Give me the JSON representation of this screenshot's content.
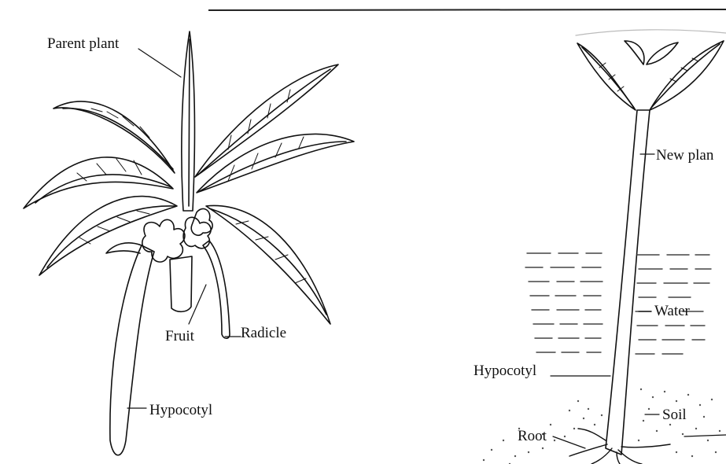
{
  "left_diagram": {
    "labels": {
      "parent_plant": "Parent plant",
      "fruit": "Fruit",
      "radicle": "Radicle",
      "hypocotyl": "Hypocotyl"
    }
  },
  "right_diagram": {
    "labels": {
      "new_plant": "New plan",
      "water": "Water",
      "hypocotyl": "Hypocotyl",
      "soil": "Soil",
      "root": "Root"
    }
  }
}
